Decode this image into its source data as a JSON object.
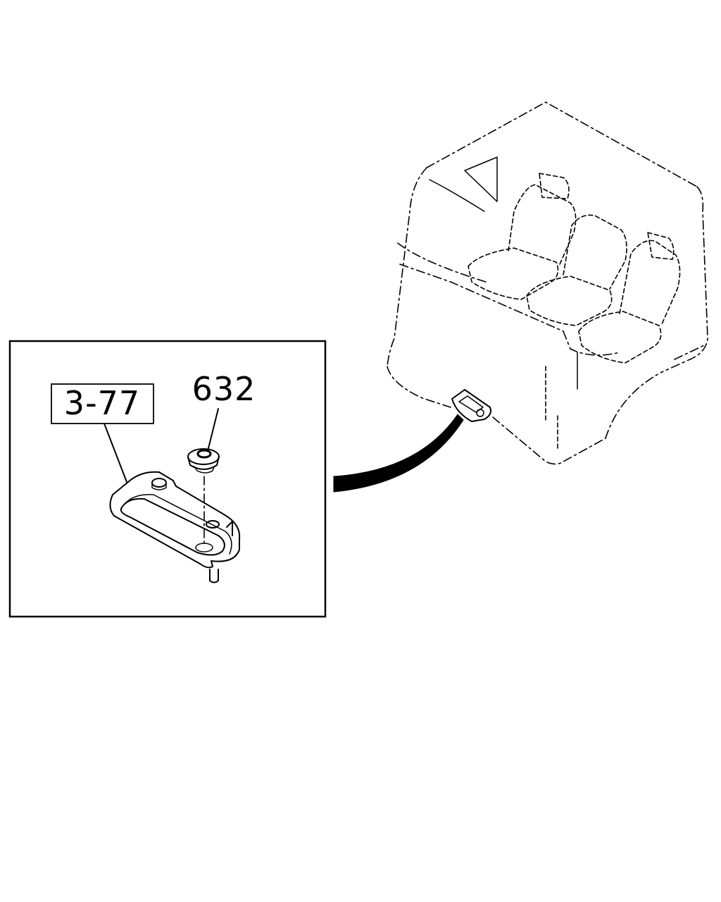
{
  "diagram": {
    "callouts": [
      {
        "id": "part-ref",
        "text": "3-77",
        "boxed": true
      },
      {
        "id": "part-number",
        "text": "632",
        "boxed": false
      }
    ]
  }
}
